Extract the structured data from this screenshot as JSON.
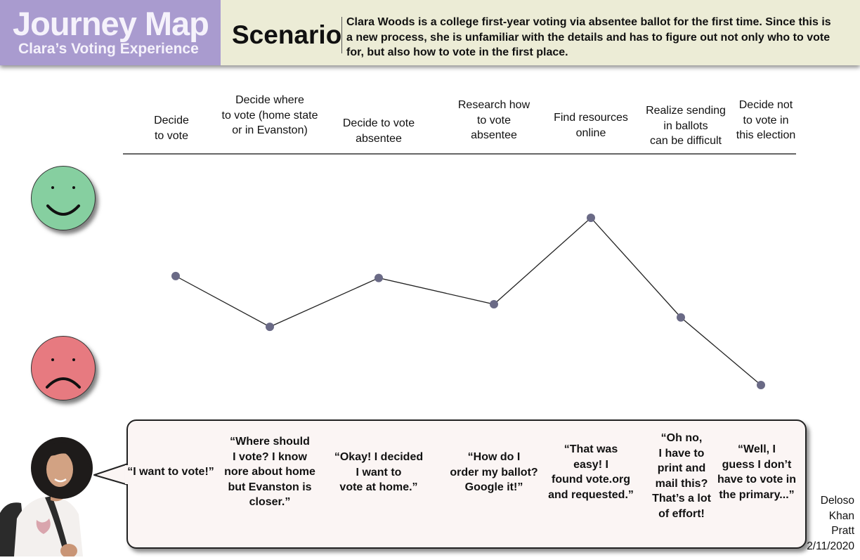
{
  "header": {
    "title": "Journey Map",
    "subtitle": "Clara’s Voting Experience",
    "scenario_label": "Scenario",
    "scenario_text": "Clara Woods is a college first-year voting via absentee ballot for the first time. Since this is a new process, she is unfamiliar with the details and has to figure out not only who to vote for, but also how to vote in the first place."
  },
  "stages": [
    {
      "lines": [
        "Decide",
        "to vote"
      ]
    },
    {
      "lines": [
        "Decide where",
        "to vote (home state",
        "or in Evanston)"
      ]
    },
    {
      "lines": [
        "Decide to vote",
        "absentee"
      ]
    },
    {
      "lines": [
        "Research how",
        "to vote",
        "absentee"
      ]
    },
    {
      "lines": [
        "Find resources",
        "online"
      ]
    },
    {
      "lines": [
        "Realize sending",
        "in ballots",
        "can be difficult"
      ]
    },
    {
      "lines": [
        "Decide not",
        "to vote in",
        "this election"
      ]
    }
  ],
  "emotion_scale": {
    "top_icon": "happy-face-icon",
    "bottom_icon": "sad-face-icon",
    "happy_color": "#86cfa0",
    "sad_color": "#e77a80"
  },
  "chart_data": {
    "type": "line",
    "categories": [
      "Decide to vote",
      "Decide where to vote (home state or in Evanston)",
      "Decide to vote absentee",
      "Research how to vote absentee",
      "Find resources online",
      "Realize sending in ballots can be difficult",
      "Decide not to vote in this election"
    ],
    "series": [
      {
        "values": [
          0.53,
          0.26,
          0.52,
          0.38,
          0.84,
          0.31,
          -0.05
        ]
      }
    ],
    "ylim": [
      0,
      1
    ],
    "xlabel": "",
    "ylabel": "",
    "point_color": "#6a6a86",
    "line_color": "#222222"
  },
  "quotes": [
    {
      "lines": [
        "“I want to vote!”"
      ]
    },
    {
      "lines": [
        "“Where should",
        "I vote? I know",
        "nore about home",
        "but Evanston is",
        "closer.”"
      ]
    },
    {
      "lines": [
        "“Okay! I decided",
        "I want to",
        "vote at home.”"
      ]
    },
    {
      "lines": [
        "“How do I",
        "order my ballot?",
        "Google it!”"
      ]
    },
    {
      "lines": [
        "“That was",
        "easy! I",
        "found vote.org",
        "and requested.”"
      ]
    },
    {
      "lines": [
        "“Oh no,",
        "I have to",
        "print and",
        "mail this?",
        "That’s a lot",
        "of effort!"
      ]
    },
    {
      "lines": [
        "“Well, I",
        "guess I don’t",
        "have to vote in",
        "the primary...”"
      ]
    }
  ],
  "persona": {
    "name": "Clara Woods",
    "icon": "persona-photo"
  },
  "credits": [
    "Deloso",
    "Khan",
    "Pratt",
    "2/11/2020"
  ]
}
